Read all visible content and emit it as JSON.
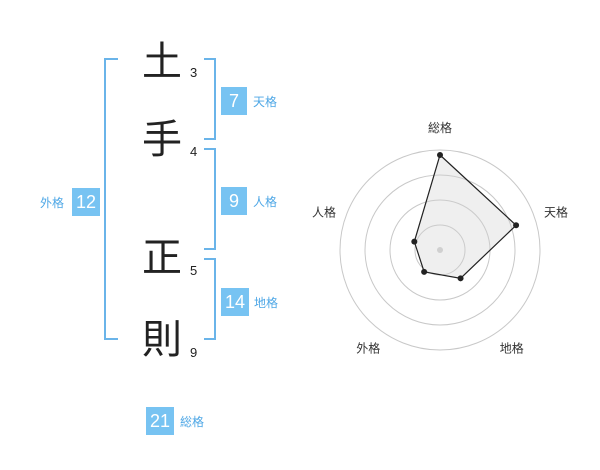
{
  "name_chars": [
    {
      "char": "土",
      "strokes": "3"
    },
    {
      "char": "手",
      "strokes": "4"
    },
    {
      "char": "正",
      "strokes": "5"
    },
    {
      "char": "則",
      "strokes": "9"
    }
  ],
  "kakusu": {
    "tenkaku": {
      "value": "7",
      "label": "天格"
    },
    "jinkaku": {
      "value": "9",
      "label": "人格"
    },
    "chikaku": {
      "value": "14",
      "label": "地格"
    },
    "gaikaku": {
      "value": "12",
      "label": "外格"
    },
    "soukaku": {
      "value": "21",
      "label": "総格"
    }
  },
  "colors": {
    "accent": "#77c3f2",
    "bracket": "#6ab4e9",
    "label": "#4ea7e6"
  },
  "chart_data": {
    "type": "radar",
    "axes": [
      "総格",
      "天格",
      "地格",
      "外格",
      "人格"
    ],
    "rings": 4,
    "values": [
      0.95,
      0.8,
      0.35,
      0.27,
      0.27
    ]
  }
}
